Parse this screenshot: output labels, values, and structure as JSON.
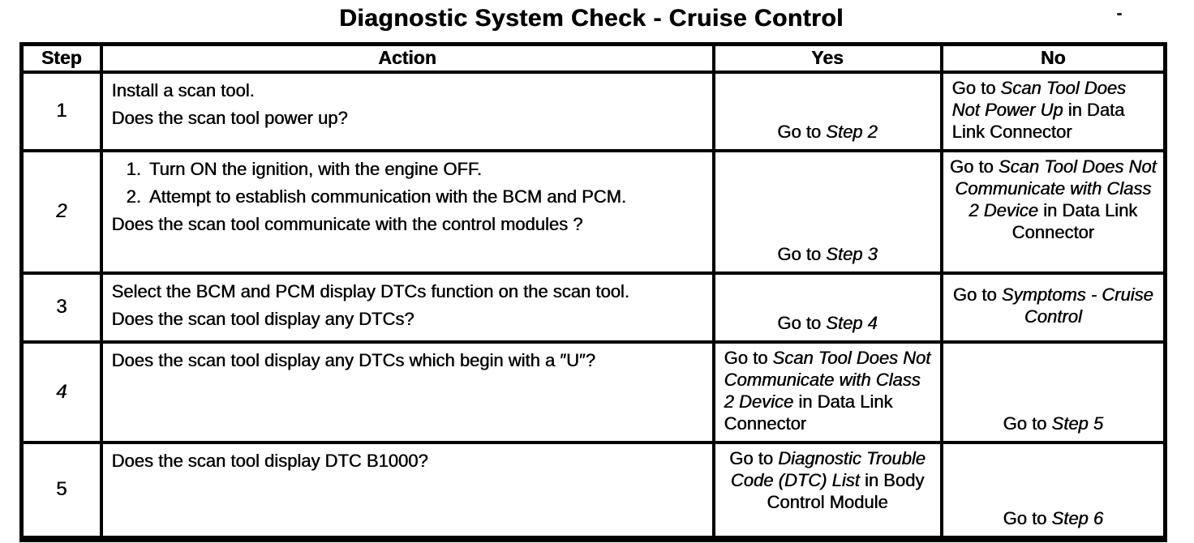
{
  "colors": {
    "ink": "#000000",
    "paper": "#ffffff"
  },
  "title": "Diagnostic System Check - Cruise Control",
  "table": {
    "headers": [
      "Step",
      "Action",
      "Yes",
      "No"
    ],
    "rows": [
      {
        "step": "1",
        "step_italic": false,
        "action": [
          {
            "text": "Install a scan tool."
          },
          {
            "text": "Does the scan tool power up?"
          }
        ],
        "yes": {
          "va": "bottom",
          "ha": "center",
          "segments": [
            {
              "t": "Go to "
            },
            {
              "t": "Step 2",
              "i": true
            }
          ]
        },
        "no": {
          "va": "top",
          "ha": "left",
          "segments": [
            {
              "t": "Go to "
            },
            {
              "t": "Scan Tool Does Not Power Up",
              "i": true
            },
            {
              "t": " in Data Link Connector"
            }
          ]
        }
      },
      {
        "step": "2",
        "step_italic": true,
        "action": [
          {
            "num": "1.",
            "text": "Turn ON the ignition, with the engine OFF."
          },
          {
            "num": "2.",
            "text": "Attempt to establish communication with the BCM and PCM."
          },
          {
            "text": "Does the scan tool communicate with the control modules ?"
          }
        ],
        "yes": {
          "va": "bottom",
          "ha": "center",
          "segments": [
            {
              "t": "Go to "
            },
            {
              "t": "Step 3",
              "i": true
            }
          ]
        },
        "no": {
          "va": "top",
          "ha": "center",
          "segments": [
            {
              "t": "Go to "
            },
            {
              "t": "Scan Tool Does Not Communicate with Class 2 Device",
              "i": true
            },
            {
              "t": " in Data Link Connector"
            }
          ]
        }
      },
      {
        "step": "3",
        "step_italic": false,
        "action": [
          {
            "text": "Select the BCM and PCM display DTCs function on the scan tool."
          },
          {
            "text": "Does the scan tool display any DTCs?"
          }
        ],
        "yes": {
          "va": "bottom",
          "ha": "center",
          "segments": [
            {
              "t": "Go to "
            },
            {
              "t": "Step 4",
              "i": true
            }
          ]
        },
        "no": {
          "va": "middle",
          "ha": "center",
          "segments": [
            {
              "t": "Go to "
            },
            {
              "t": "Symptoms - Cruise Control",
              "i": true
            }
          ]
        }
      },
      {
        "step": "4",
        "step_italic": true,
        "action": [
          {
            "text": "Does the scan tool display any DTCs which begin with a ″U″?"
          }
        ],
        "yes": {
          "va": "top",
          "ha": "left",
          "segments": [
            {
              "t": "Go to "
            },
            {
              "t": "Scan Tool Does Not Communicate with Class 2 Device",
              "i": true
            },
            {
              "t": " in Data Link Connector"
            }
          ]
        },
        "no": {
          "va": "bottom",
          "ha": "center",
          "segments": [
            {
              "t": "Go to "
            },
            {
              "t": "Step 5",
              "i": true
            }
          ]
        }
      },
      {
        "step": "5",
        "step_italic": false,
        "action": [
          {
            "text": "Does the scan tool display DTC B1000?"
          }
        ],
        "yes": {
          "va": "top",
          "ha": "center",
          "segments": [
            {
              "t": "Go to "
            },
            {
              "t": "Diagnostic Trouble Code (DTC) List",
              "i": true
            },
            {
              "t": " in Body Control Module"
            }
          ]
        },
        "no": {
          "va": "bottom",
          "ha": "center",
          "segments": [
            {
              "t": "Go to "
            },
            {
              "t": "Step 6",
              "i": true
            }
          ]
        }
      }
    ]
  }
}
